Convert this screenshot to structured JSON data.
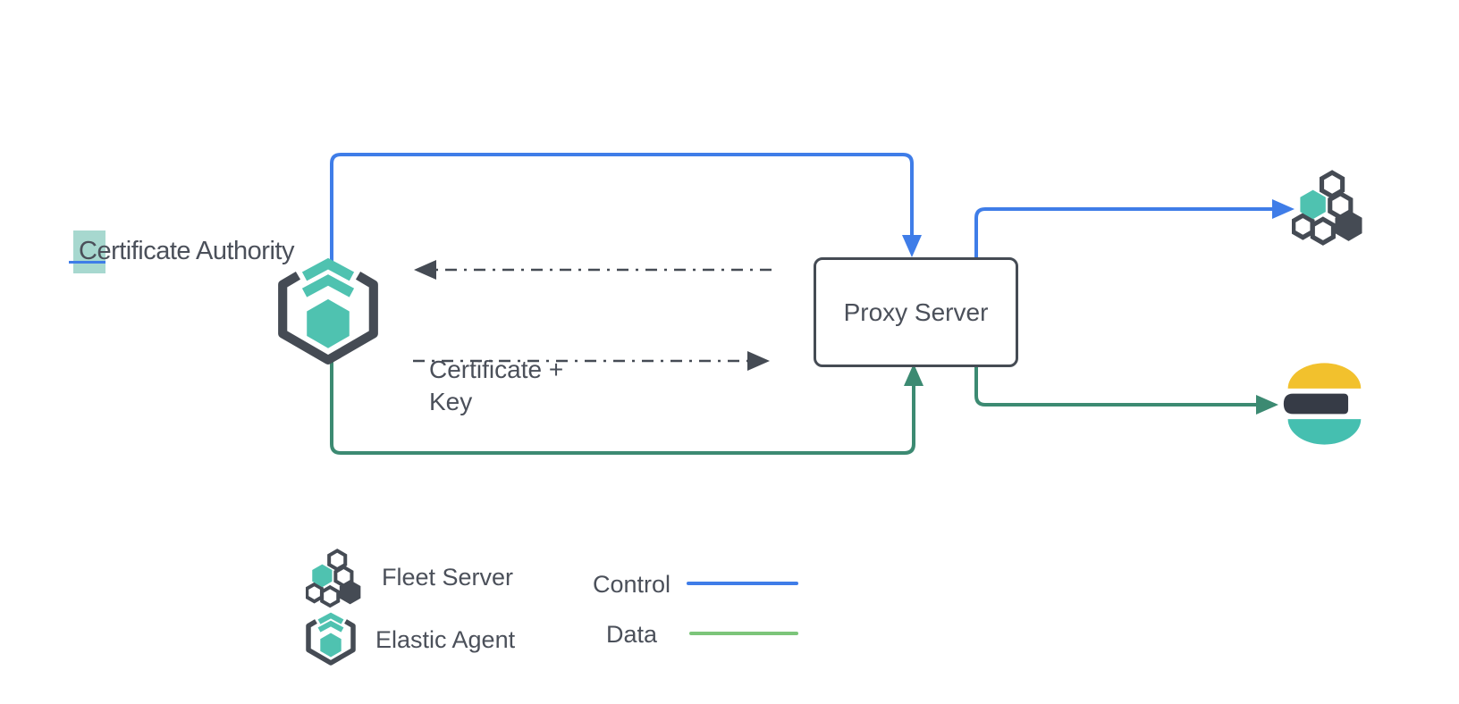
{
  "nodes": {
    "certificate_authority": {
      "label": "Certificate Authority"
    },
    "proxy_server": {
      "label": "Proxy Server"
    },
    "fleet_server": {
      "name": "Fleet Server"
    },
    "elasticsearch": {
      "name": "Elasticsearch"
    },
    "elastic_agent": {
      "name": "Elastic Agent"
    }
  },
  "annotation": {
    "line1": "Certificate +",
    "line2": "Key"
  },
  "legend": {
    "items": [
      {
        "icon": "fleet-server-icon",
        "label": "Fleet Server"
      },
      {
        "icon": "elastic-agent-icon",
        "label": "Elastic Agent"
      }
    ],
    "lines": [
      {
        "label": "Control",
        "color": "#3f7de8"
      },
      {
        "label": "Data",
        "color": "#7cc57a"
      }
    ]
  },
  "icons": {
    "elastic-agent-icon": "hexagonal-bracket with teal hexagon and double chevron",
    "fleet-server-icon": "honeycomb hexagon cluster (teal + dark + outlined)",
    "elasticsearch-icon": "three stacked slices: yellow arc, dark bar, teal arc",
    "selection-highlight": "teal text-selection box with blue collaborator underline"
  },
  "colors": {
    "control-blue": "#3f7de8",
    "data-green": "#3c8a72",
    "legend-data-green": "#7cc57a",
    "ink": "#454b54",
    "ink-text": "#4b505a",
    "teal": "#4fc2b0",
    "es-yellow": "#f2c12d",
    "es-dark": "#363b46",
    "es-teal": "#45bfb0",
    "highlight-teal": "#a7d8cf"
  }
}
